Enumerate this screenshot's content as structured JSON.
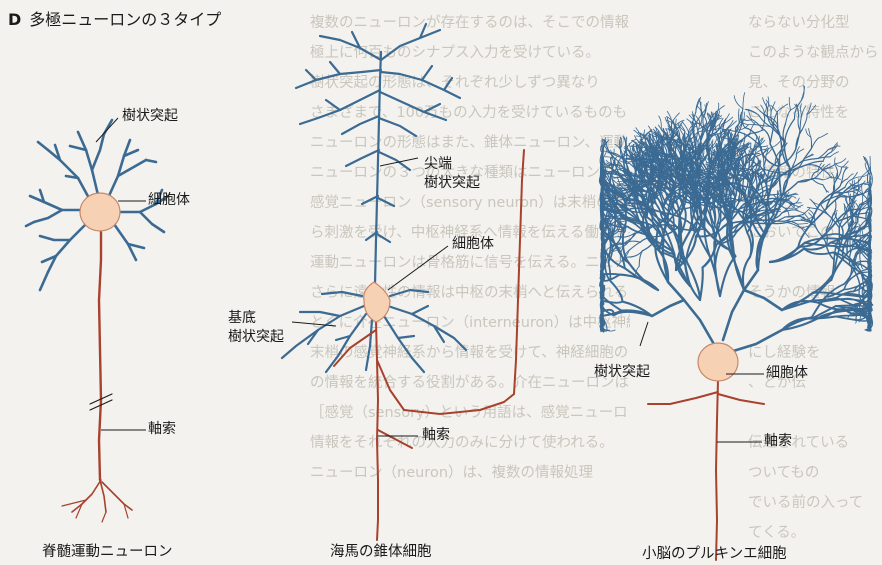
{
  "figure": {
    "letter": "D",
    "title": "多極ニューロンの３タイプ"
  },
  "panels": {
    "motor": {
      "caption": "脊髄運動ニューロン",
      "labels": {
        "dendrite": "樹状突起",
        "soma": "細胞体",
        "axon": "軸索"
      }
    },
    "pyramidal": {
      "caption": "海馬の錐体細胞",
      "labels": {
        "apical_line1": "尖端",
        "apical_line2": "樹状突起",
        "soma": "細胞体",
        "basal_line1": "基底",
        "basal_line2": "樹状突起",
        "axon": "軸索"
      }
    },
    "purkinje": {
      "caption": "小脳のプルキンエ細胞",
      "labels": {
        "dendrite": "樹状突起",
        "soma": "細胞体",
        "axon": "軸索"
      }
    }
  },
  "colors": {
    "dendrite": "#3b6a93",
    "axon": "#a8412e",
    "soma_fill": "#f6d1b4",
    "background": "#f3f2ee"
  },
  "ghost_text": {
    "middle": [
      "複数のニューロンが存在するのは、そこでの情報",
      "極上に何百ものシナプス入力を受けている。",
      "樹状突起の形態は、それぞれ少しずつ異なり",
      "さまざまで、100万もの入力を受けているものも",
      "ニューロンの形態はまた、錐体ニューロン、運動ニ",
      "ニューロンの３つの大きな種類はニューロンの",
      "感覚ニューロン（sensory neuron）は末梢の感覚",
      "ら刺激を受け、中枢神経系へ情報を伝える働きを担",
      "運動ニューロンは骨格筋に信号を伝える。ニューロン",
      "さらに遠心性の情報は中枢の末梢へと伝えられる",
      "とくに介在ニューロン（interneuron）は中枢神経系に",
      "末梢の感覚神経系から情報を受けて、神経細胞の",
      "の情報を統合する役割がある。介在ニューロンは",
      "［感覚（sensory）という用語は、感覚ニューロン",
      "情報をそれぞれの入力のみに分けて使われる。",
      "ニューロン（neuron）は、複数の情報処理"
    ],
    "right": [
      "ならない分化型",
      "このような観点から",
      "見、その分野の",
      "ことなる特性を",
      "",
      "、情報の特性",
      "",
      "においてこの",
      "",
      "そうかの情報",
      "",
      "にし経験を",
      "、とが伝",
      "",
      "伝達されている",
      "ついてもの",
      "でいる前の入って",
      "てくる。"
    ]
  }
}
